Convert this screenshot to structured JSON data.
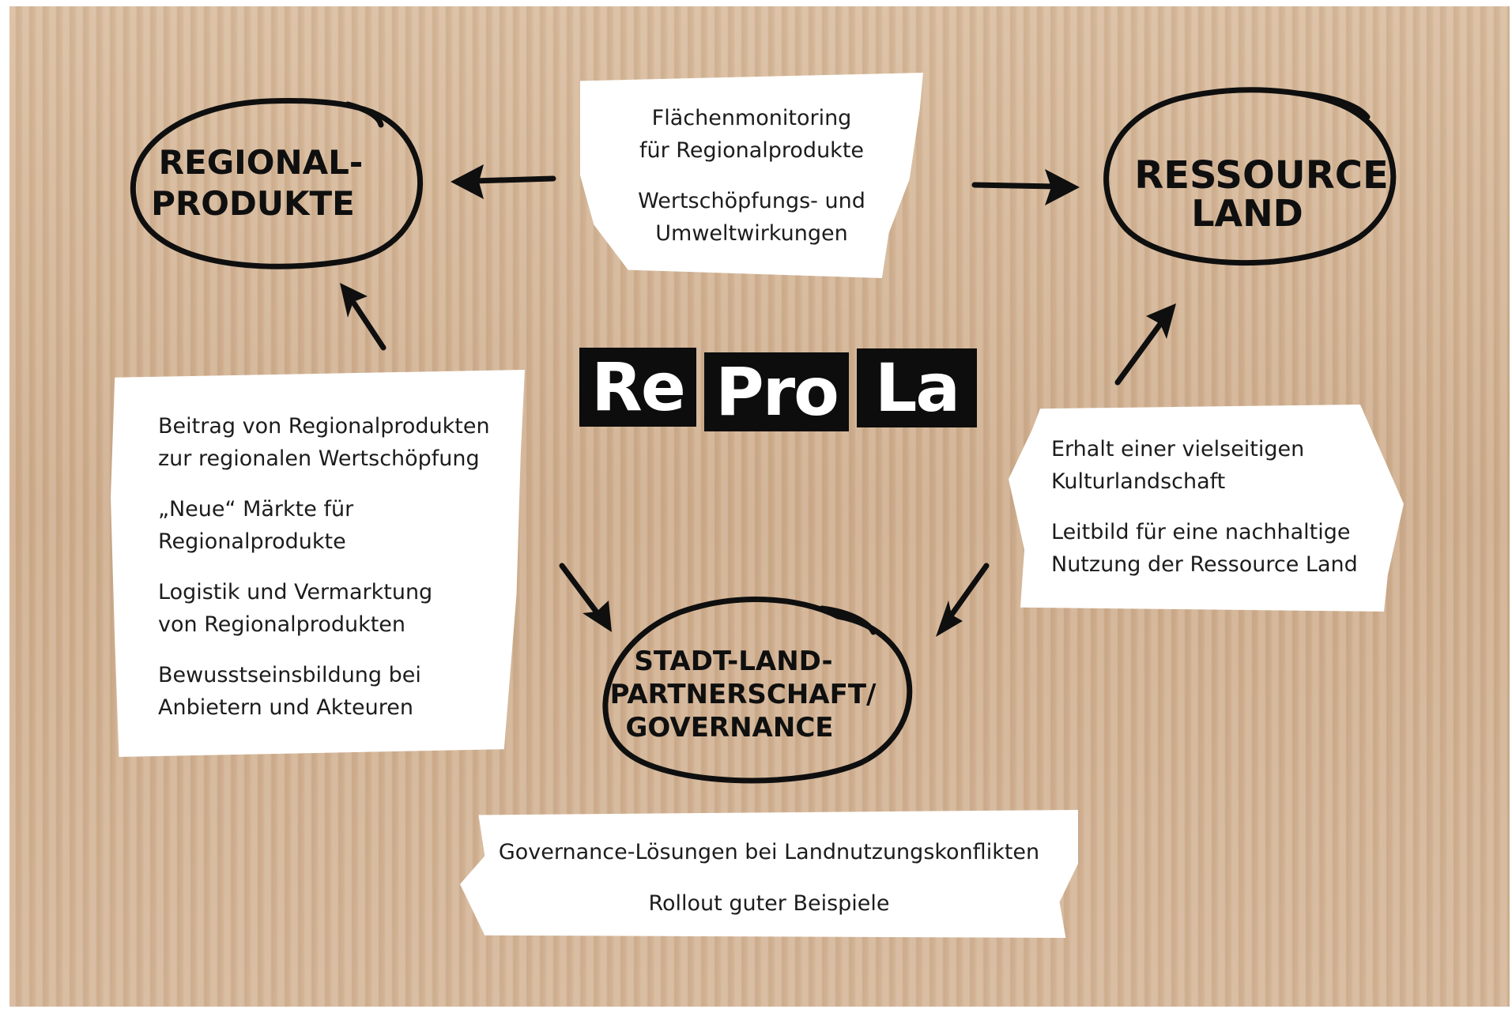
{
  "nodes": {
    "regionalprodukte": {
      "line1": "REGIONAL-",
      "line2": "PRODUKTE"
    },
    "ressource_land": {
      "line1": "RESSOURCE",
      "line2": "LAND"
    },
    "stadt_land": {
      "line1": "STADT-LAND-",
      "line2": "PARTNERSCHAFT/",
      "line3": "GOVERNANCE"
    }
  },
  "logo": {
    "part1": "Re",
    "part2": "Pro",
    "part3": "La"
  },
  "cards": {
    "top": [
      [
        "Flächenmonitoring",
        "für Regionalprodukte"
      ],
      [
        "Wertschöpfungs- und",
        "Umweltwirkungen"
      ]
    ],
    "left": [
      [
        "Beitrag von Regionalprodukten",
        "zur regionalen Wertschöpfung"
      ],
      [
        "„Neue“ Märkte für",
        "Regionalprodukte"
      ],
      [
        "Logistik und Vermarktung",
        "von Regionalprodukten"
      ],
      [
        "Bewusstseinsbildung bei",
        "Anbietern und Akteuren"
      ]
    ],
    "right": [
      [
        "Erhalt einer vielseitigen",
        "Kulturlandschaft"
      ],
      [
        "Leitbild für eine nachhaltige",
        "Nutzung der Ressource Land"
      ]
    ],
    "bottom": [
      [
        "Governance-Lösungen bei Landnutzungskonflikten"
      ],
      [
        "Rollout guter Beispiele"
      ]
    ]
  }
}
